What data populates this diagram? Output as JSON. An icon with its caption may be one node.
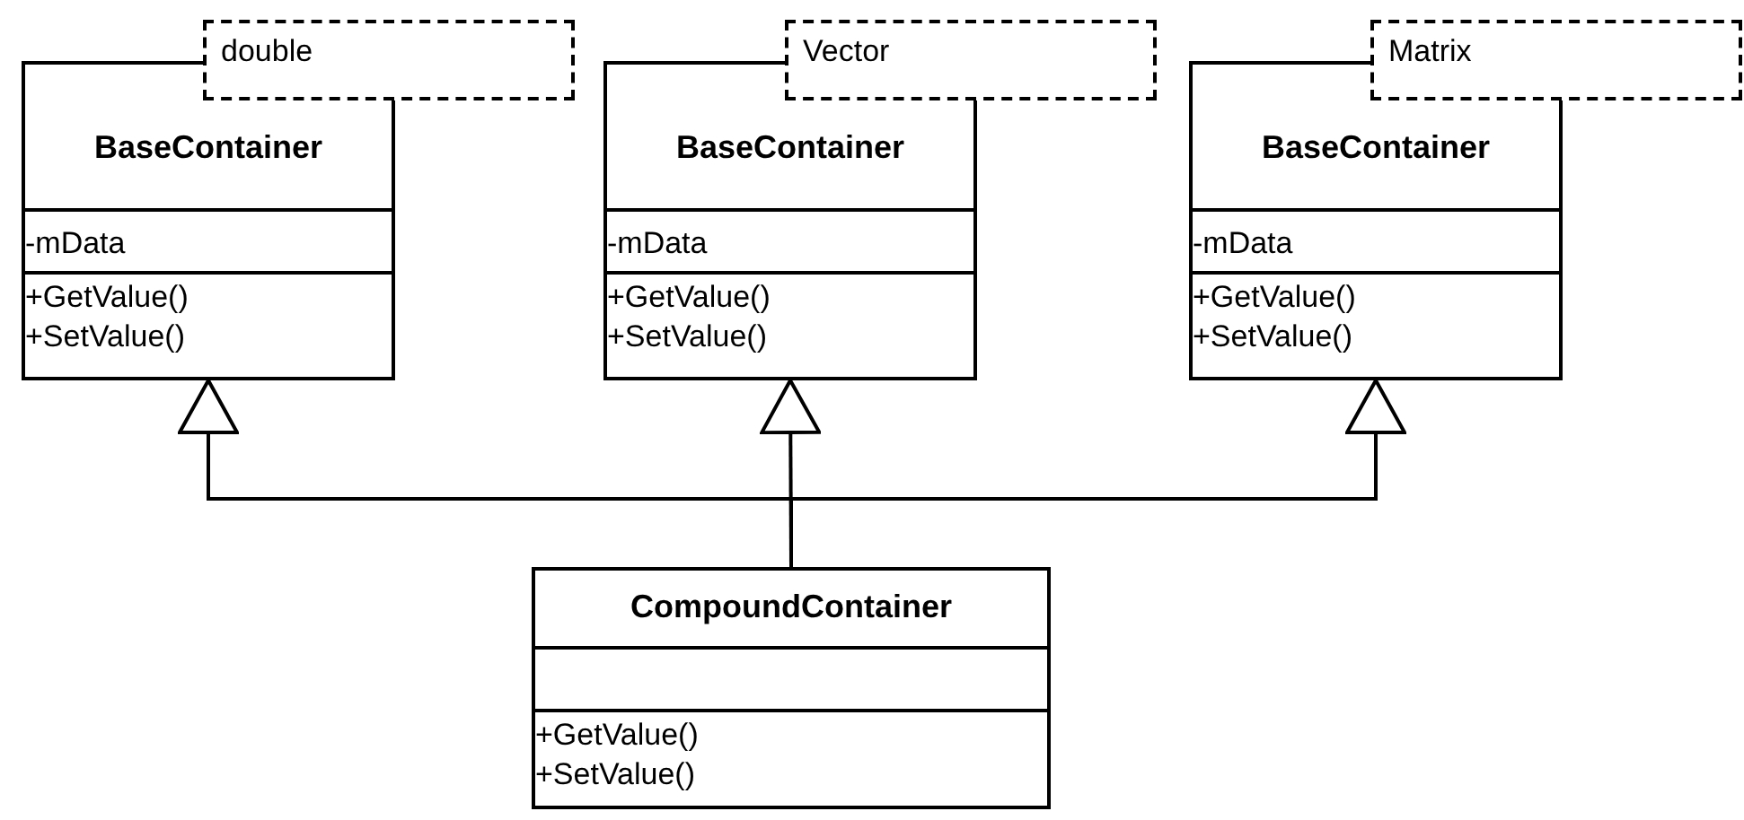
{
  "diagram": {
    "nodes": [
      {
        "text": [
          "double",
          "BaseContainer",
          "-mData",
          "+GetValue()",
          "+SetValue()"
        ]
      },
      {
        "text": [
          "Vector",
          "BaseContainer",
          "-mData",
          "+GetValue()",
          "+SetValue()"
        ]
      },
      {
        "text": [
          "Matrix",
          "BaseContainer",
          "-mData",
          "+GetValue()",
          "+SetValue()"
        ]
      },
      {
        "text": [
          "CompoundContainer",
          "+GetValue()",
          "+SetValue()"
        ]
      }
    ],
    "edges": [
      {
        "from": 3,
        "to": 0,
        "arrow": "to"
      },
      {
        "from": 3,
        "to": 1,
        "arrow": "to"
      },
      {
        "from": 3,
        "to": 2,
        "arrow": "to"
      }
    ]
  }
}
